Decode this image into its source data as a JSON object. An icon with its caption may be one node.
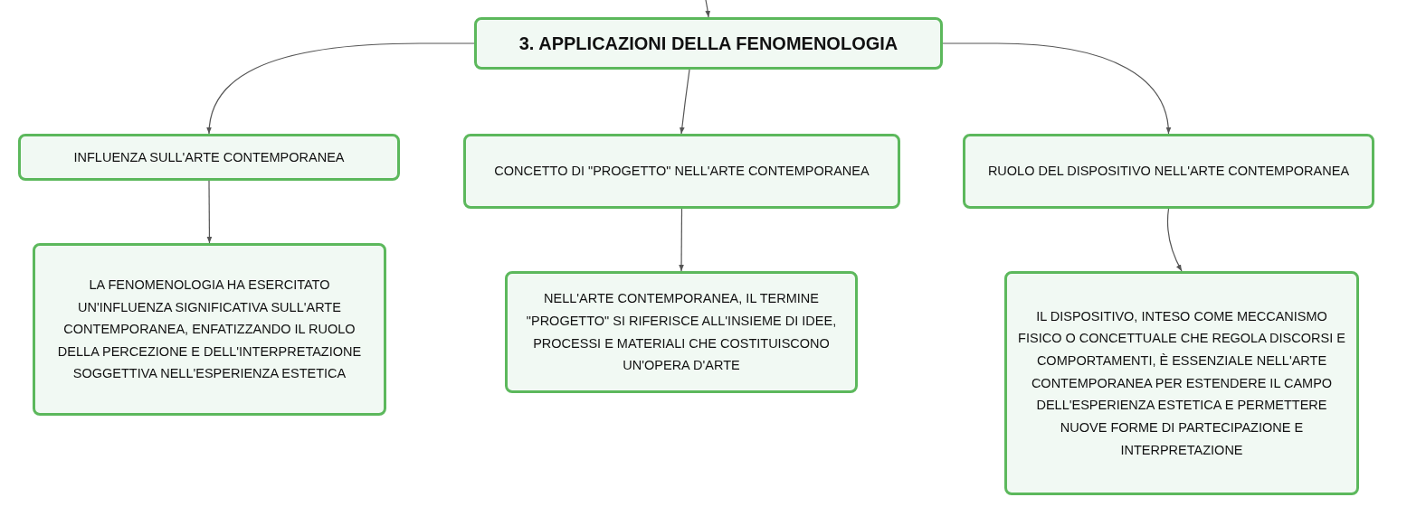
{
  "diagram": {
    "nodes": [
      {
        "text": [
          "3. APPLICAZIONI DELLA FENOMENOLOGIA"
        ]
      },
      {
        "text": [
          "INFLUENZA SULL'ARTE CONTEMPORANEA"
        ]
      },
      {
        "text": [
          "CONCETTO DI \"PROGETTO\" NELL'ARTE CONTEMPORANEA"
        ]
      },
      {
        "text": [
          "RUOLO DEL DISPOSITIVO NELL'ARTE CONTEMPORANEA"
        ]
      },
      {
        "text": [
          "LA FENOMENOLOGIA HA ESERCITATO UN'INFLUENZA SIGNIFICATIVA SULL'ARTE CONTEMPORANEA, ENFATIZZANDO IL RUOLO DELLA PERCEZIONE E DELL'INTERPRETAZIONE SOGGETTIVA NELL'ESPERIENZA ESTETICA"
        ]
      },
      {
        "text": [
          "NELL'ARTE CONTEMPORANEA, IL TERMINE \"PROGETTO\" SI RIFERISCE ALL'INSIEME DI IDEE, PROCESSI E MATERIALI CHE COSTITUISCONO UN'OPERA D'ARTE"
        ]
      },
      {
        "text": [
          "IL DISPOSITIVO, INTESO COME MECCANISMO FISICO O CONCETTUALE CHE REGOLA DISCORSI E COMPORTAMENTI, È ESSENZIALE NELL'ARTE CONTEMPORANEA PER ESTENDERE IL CAMPO DELL'ESPERIENZA ESTETICA E PERMETTERE NUOVE FORME DI PARTECIPAZIONE E INTERPRETAZIONE"
        ]
      }
    ],
    "edges": [
      {
        "from": null,
        "to": 0,
        "arrow": "to"
      },
      {
        "from": 0,
        "to": 1,
        "arrow": "to"
      },
      {
        "from": 0,
        "to": 2,
        "arrow": "to"
      },
      {
        "from": 0,
        "to": 3,
        "arrow": "to"
      },
      {
        "from": 1,
        "to": 4,
        "arrow": "to"
      },
      {
        "from": 2,
        "to": 5,
        "arrow": "to"
      },
      {
        "from": 3,
        "to": 6,
        "arrow": "to"
      }
    ]
  }
}
